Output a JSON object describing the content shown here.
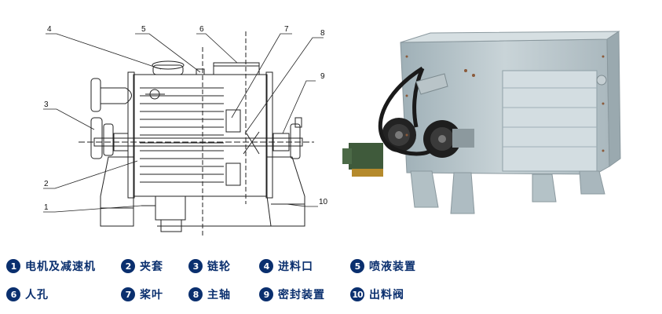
{
  "drawing": {
    "callouts": [
      "1",
      "2",
      "3",
      "4",
      "5",
      "6",
      "7",
      "8",
      "9",
      "10"
    ]
  },
  "legend": [
    {
      "num": "1",
      "label": "电机及减速机"
    },
    {
      "num": "2",
      "label": "夹套"
    },
    {
      "num": "3",
      "label": "链轮"
    },
    {
      "num": "4",
      "label": "进料口"
    },
    {
      "num": "5",
      "label": "喷液装置"
    },
    {
      "num": "6",
      "label": "人孔"
    },
    {
      "num": "7",
      "label": "桨叶"
    },
    {
      "num": "8",
      "label": "主轴"
    },
    {
      "num": "9",
      "label": "密封装置"
    },
    {
      "num": "10",
      "label": "出料阀"
    }
  ],
  "colors": {
    "legend_badge": "#0a2f6e",
    "legend_text": "#0a2f6e",
    "machine_body": "#b9c6cc",
    "belt": "#1a1a1a"
  }
}
